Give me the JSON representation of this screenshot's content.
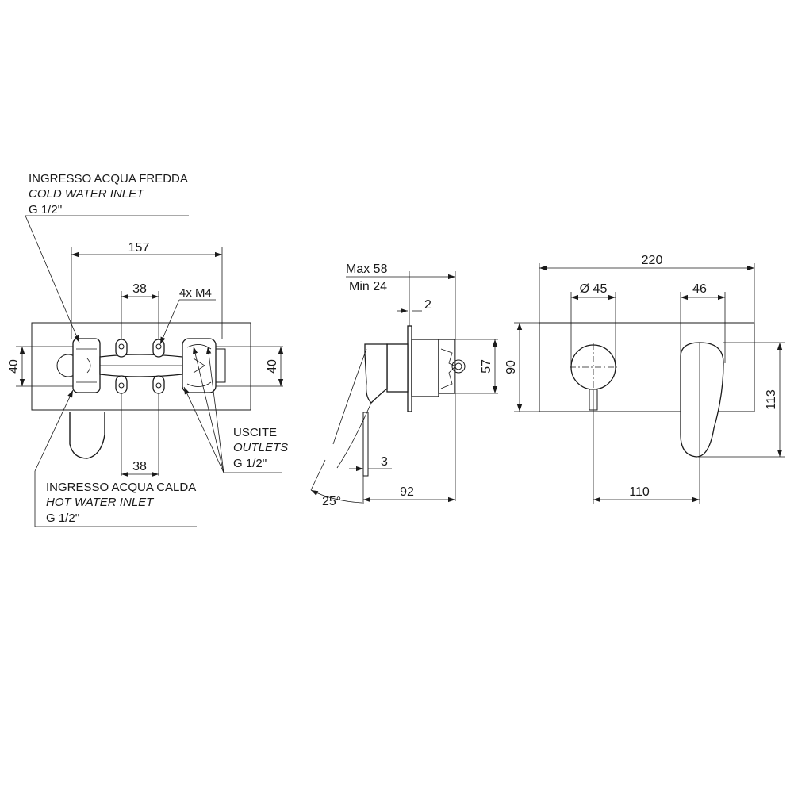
{
  "labels": {
    "cold_inlet": {
      "it": "INGRESSO ACQUA FREDDA",
      "en": "COLD WATER INLET",
      "thread": "G 1/2''"
    },
    "hot_inlet": {
      "it": "INGRESSO ACQUA CALDA",
      "en": "HOT WATER INLET",
      "thread": "G 1/2''"
    },
    "outlets": {
      "it": "USCITE",
      "en": "OUTLETS",
      "thread": "G 1/2''"
    },
    "screws": "4x M4"
  },
  "dimensions": {
    "body_width": "157",
    "screw_spacing_top": "38",
    "screw_spacing_bottom": "38",
    "inlet_height_left": "40",
    "inlet_height_right": "40",
    "depth_max": "Max 58",
    "depth_min": "Min 24",
    "plate_thickness": "2",
    "body_height": "57",
    "handle_offset": "3",
    "projection": "92",
    "angle": "25°",
    "plate_width": "220",
    "knob_diameter": "Ø 45",
    "lever_width": "46",
    "plate_height": "90",
    "lever_height": "113",
    "axis_distance": "110"
  }
}
